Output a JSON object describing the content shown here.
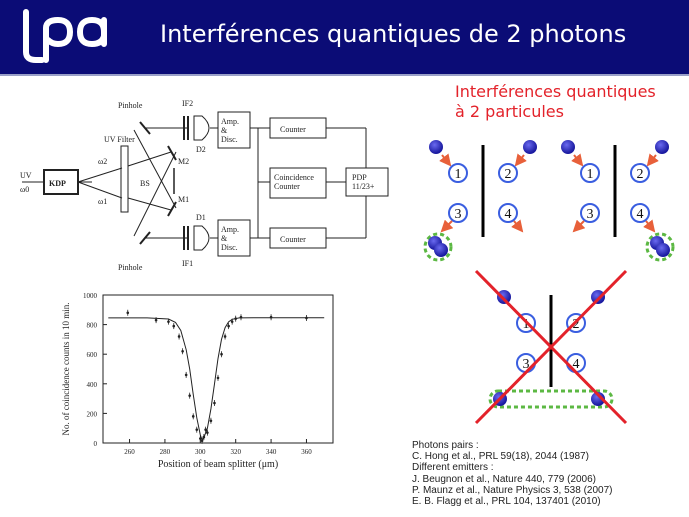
{
  "header": {
    "logo_text": "lpa",
    "title": "Interférences quantiques de 2 photons"
  },
  "setup": {
    "labels": {
      "uv": "UV",
      "omega0": "ω0",
      "kdp": "KDP",
      "omega2": "ω2",
      "omega1": "ω1",
      "uv_filter": "UV Filter",
      "bs": "BS",
      "m1": "M1",
      "m2": "M2",
      "pinhole_top": "Pinhole",
      "pinhole_bottom": "Pinhole",
      "if2": "IF2",
      "if1": "IF1",
      "d2": "D2",
      "d1": "D1",
      "amp_top": "Amp.\n&\nDisc.",
      "amp_bottom": "Amp.\n&\nDisc.",
      "counter_top": "Counter",
      "counter_bottom": "Counter",
      "coincidence": "Coincidence\nCounter",
      "pdp": "PDP\n11/23+"
    }
  },
  "subtitle": {
    "line1": "Interférences quantiques",
    "line2": "à 2 particules"
  },
  "panels": {
    "numbers": [
      "1",
      "2",
      "3",
      "4"
    ]
  },
  "chart_data": {
    "type": "scatter",
    "xlabel": "Position of beam splitter (μm)",
    "ylabel": "No. of coincidence counts in 10 min.",
    "xlim": [
      245,
      375
    ],
    "ylim": [
      0,
      1000
    ],
    "xticks": [
      "260",
      "280",
      "300",
      "320",
      "340",
      "360"
    ],
    "yticks": [
      "0",
      "200",
      "400",
      "600",
      "800",
      "1000"
    ],
    "x": [
      259,
      275,
      282,
      285,
      288,
      290,
      292,
      294,
      296,
      298,
      300,
      301,
      302,
      303,
      304,
      306,
      308,
      310,
      312,
      314,
      316,
      318,
      320,
      323,
      340,
      360
    ],
    "y": [
      880,
      830,
      820,
      790,
      720,
      620,
      460,
      320,
      180,
      90,
      30,
      15,
      40,
      90,
      70,
      150,
      270,
      440,
      600,
      720,
      790,
      820,
      840,
      850,
      850,
      845
    ],
    "fit_x": [
      248,
      270,
      282,
      286,
      289,
      292,
      294,
      296,
      298,
      300,
      301,
      302,
      304,
      306,
      308,
      310,
      312,
      314,
      316,
      318,
      322,
      330,
      370
    ],
    "fit_y": [
      845,
      845,
      838,
      815,
      760,
      630,
      500,
      330,
      170,
      55,
      20,
      35,
      100,
      230,
      400,
      570,
      700,
      780,
      818,
      836,
      845,
      846,
      846
    ]
  },
  "references": [
    {
      "text": "Photons pairs :",
      "bold": false
    },
    {
      "text": "C. Hong et al., PRL 59(18), 2044 (1987)",
      "bold": false
    },
    {
      "text": "Different emitters :",
      "bold": false
    },
    {
      "text": "J. Beugnon et al., Nature 440, 779 (2006)",
      "bold": false
    },
    {
      "text": "P. Maunz et al., Nature Physics 3, 538 (2007)",
      "bold": false
    },
    {
      "text": "E. B. Flagg et al., PRL 104, 137401 (2010)",
      "bold": false
    }
  ]
}
